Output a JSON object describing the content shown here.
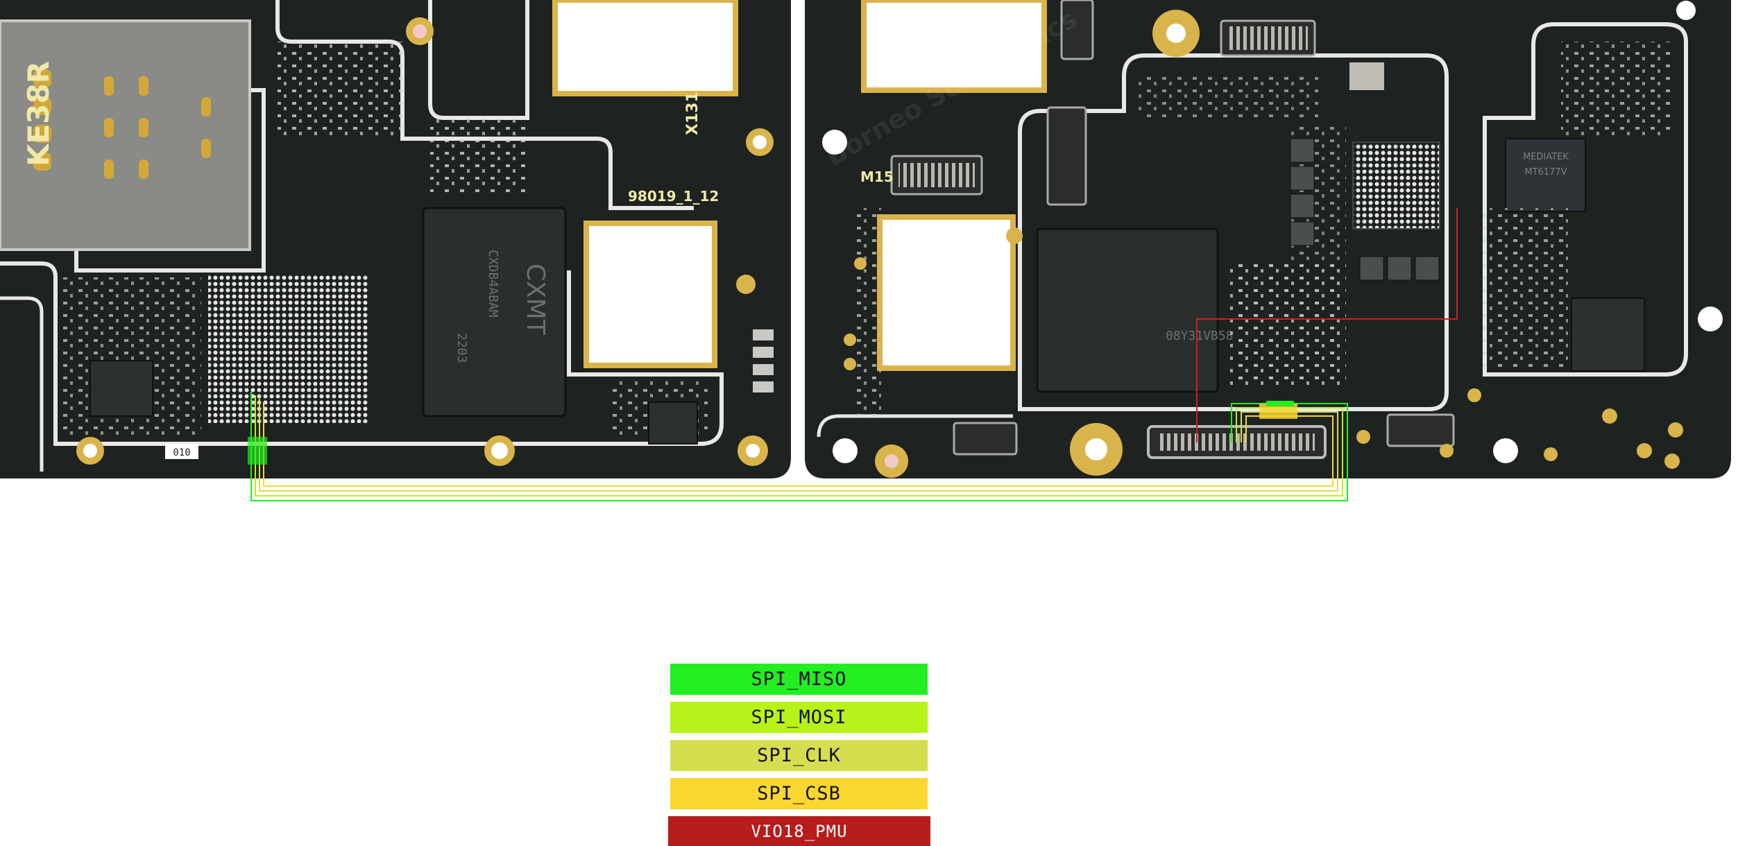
{
  "board": {
    "silkscreen": {
      "sim_label": "KE38R",
      "board_code": "98019_1_12",
      "ref_x131": "X131",
      "ref_m15": "M15",
      "ref_010": "010"
    },
    "chips": {
      "memory_marking_1": "CXMT",
      "memory_marking_2": "CXDB4ABAM",
      "memory_marking_3": "2203",
      "soc_marking_1": "MEDIATEK",
      "soc_marking_2": "MT6177V",
      "nand_marking": "08Y31VB58"
    },
    "watermark": "Borneo Schematics"
  },
  "legend": [
    {
      "label": "SPI_MISO",
      "color": "#22ee22",
      "text_color": "#111111"
    },
    {
      "label": "SPI_MOSI",
      "color": "#b9f21a",
      "text_color": "#111111"
    },
    {
      "label": "SPI_CLK",
      "color": "#d6de50",
      "text_color": "#111111"
    },
    {
      "label": "SPI_CSB",
      "color": "#f9d630",
      "text_color": "#111111"
    },
    {
      "label": "VIO18_PMU",
      "color": "#b71c1c",
      "text_color": "#ffffff"
    }
  ],
  "colors": {
    "pcb": "#1f2321",
    "pcb_dark": "#141716",
    "outline_trace": "#e8e8e6",
    "gold": "#d9b44a",
    "chip": "#2a2f2e"
  }
}
